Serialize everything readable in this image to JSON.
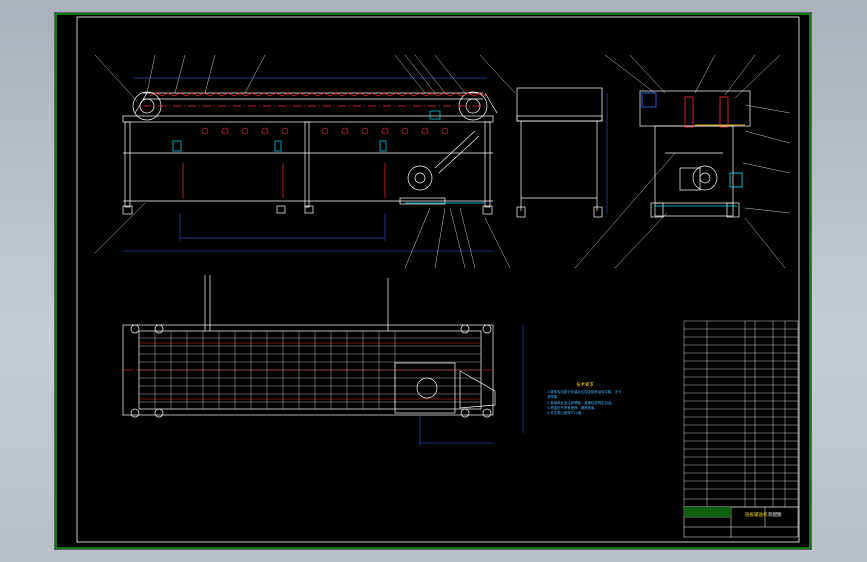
{
  "drawing": {
    "notes_title": "技术要求",
    "notes": [
      "1.链条传动部分安装后应保证链条运转平稳，无卡滞现象。",
      "2.各轴承处加注润滑脂，减速机按规定加油。",
      "3.焊接处不得有虚焊、漏焊现象。",
      "4.未注明公差按IT12级。"
    ]
  },
  "title_block": {
    "part_name": "链板输送机",
    "drawing_type": "装配图"
  },
  "colors": {
    "background": "#000000",
    "border": "#19c819",
    "line_white": "#ffffff",
    "line_red": "#ff2a2a",
    "line_cyan": "#00e5ff",
    "line_yellow": "#ffd400",
    "line_blue": "#3b6bff"
  }
}
